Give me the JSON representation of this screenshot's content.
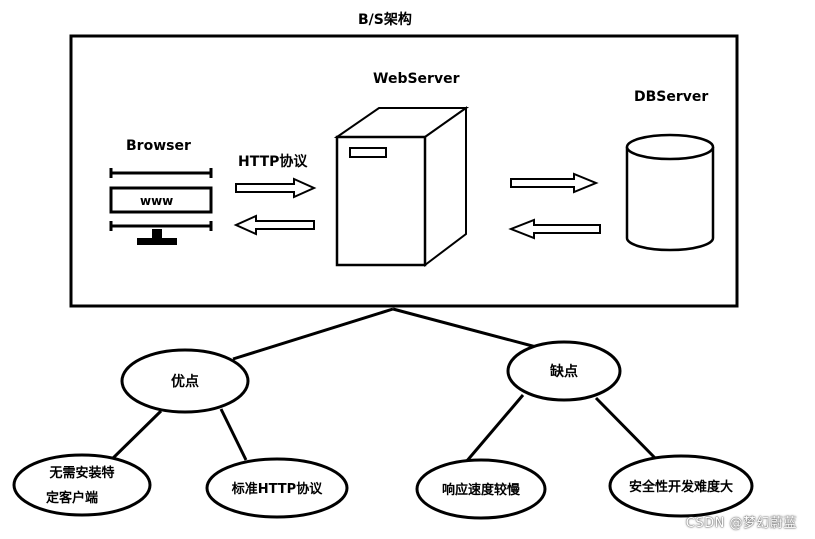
{
  "title": "B/S架构",
  "browser": {
    "label": "Browser",
    "screen_text": "www"
  },
  "protocol_label": "HTTP协议",
  "webserver": {
    "label": "WebServer"
  },
  "dbserver": {
    "label": "DBServer"
  },
  "pros": {
    "label": "优点",
    "items": [
      "无需安装特",
      "定客户端",
      "标准HTTP协议"
    ]
  },
  "cons": {
    "label": "缺点",
    "items": [
      "响应速度较慢",
      "安全性开发难度大"
    ]
  },
  "watermark": "CSDN @梦幻蔚蓝"
}
